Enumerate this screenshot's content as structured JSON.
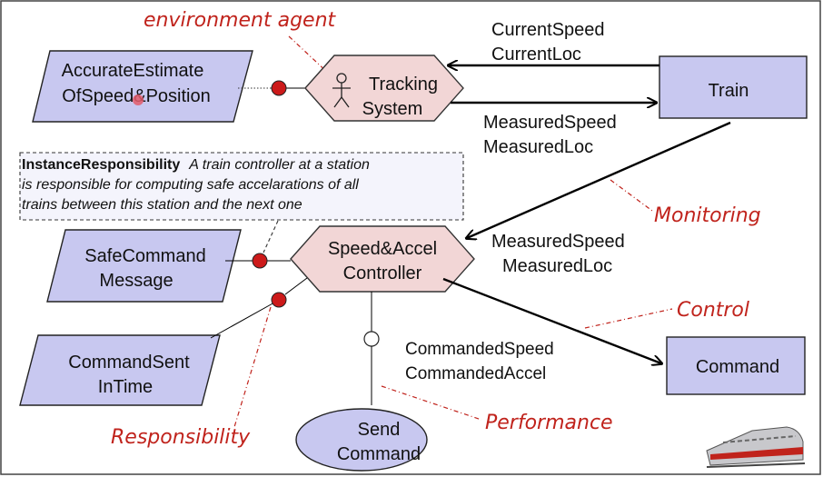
{
  "agents": {
    "environment_agent": "environment agent",
    "tracking_system": [
      "Tracking",
      "System"
    ],
    "train": "Train",
    "controller": [
      "Speed&Accel",
      "Controller"
    ],
    "command": "Command",
    "send_command": [
      "Send",
      "Command"
    ]
  },
  "goals": {
    "accurate_estimate": [
      "AccurateEstimate",
      "OfSpeed&Position"
    ],
    "safe_command": [
      "SafeCommand",
      "Message"
    ],
    "command_sent": [
      "CommandSent",
      "InTime"
    ]
  },
  "flows": {
    "current": [
      "CurrentSpeed",
      "CurrentLoc"
    ],
    "measured_top": [
      "MeasuredSpeed",
      "MeasuredLoc"
    ],
    "measured_mid": [
      "MeasuredSpeed",
      "MeasuredLoc"
    ],
    "commanded": [
      "CommandedSpeed",
      "CommandedAccel"
    ]
  },
  "annotations": {
    "monitoring": "Monitoring",
    "control": "Control",
    "performance": "Performance",
    "responsibility": "Responsibility"
  },
  "instance_responsibility": {
    "title": "InstanceResponsibility",
    "line1": "A train controller at a station",
    "line2": "is responsible for computing safe accelarations of all",
    "line3": "trains between this station and the next one"
  },
  "colors": {
    "goal_fill": "#c8c8f0",
    "agent_fill": "#f2d6d6",
    "note_red": "#c0231c",
    "link_dot": "#cc1a1a"
  },
  "icons": {
    "stick_figure": "stick-figure-icon",
    "train_image": "train-icon"
  }
}
